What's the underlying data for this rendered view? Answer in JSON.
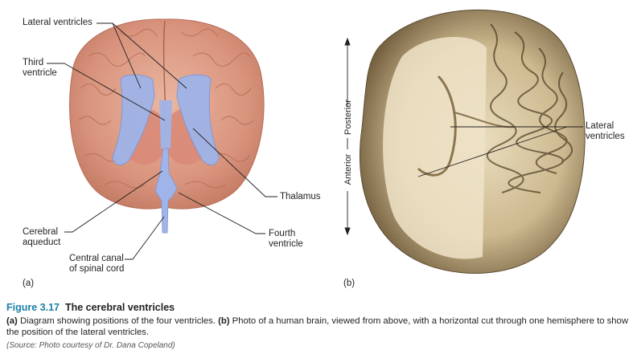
{
  "panel_a": {
    "letter": "(a)",
    "labels": {
      "lateral_ventricles": "Lateral ventricles",
      "third_ventricle": "Third\nventricle",
      "thalamus": "Thalamus",
      "cerebral_aqueduct": "Cerebral\naqueduct",
      "fourth_ventricle": "Fourth\nventricle",
      "central_canal": "Central canal\nof spinal cord"
    }
  },
  "panel_b": {
    "letter": "(b)",
    "labels": {
      "posterior": "Posterior",
      "anterior": "Anterior",
      "lateral_ventricles": "Lateral\nventricles"
    }
  },
  "caption": {
    "figure_number": "Figure 3.17",
    "figure_title": "The cerebral ventricles",
    "part_a_marker": "(a)",
    "part_a_text": " Diagram showing positions of the four ventricles. ",
    "part_b_marker": "(b)",
    "part_b_text": " Photo of a human brain, viewed from above, with a horizontal cut through one hemisphere to show the position of the lateral ventricles.",
    "source": "(Source: Photo courtesy of Dr. Dana Copeland)"
  },
  "colors": {
    "caption_accent": "#1a7fa6",
    "brain_pink": "#d99b86",
    "ventricle_blue": "#9fb4e8",
    "thalamus": "#d98a78"
  }
}
